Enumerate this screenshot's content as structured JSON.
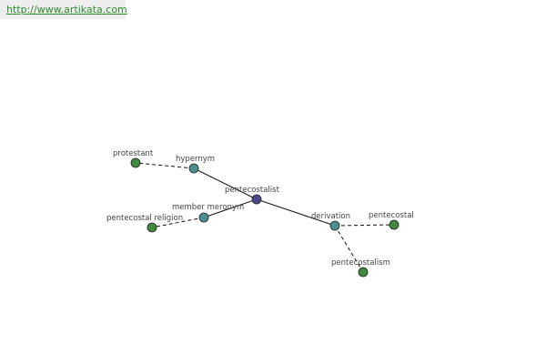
{
  "header": {
    "url": "http://www.artikata.com"
  },
  "graph": {
    "colors": {
      "center": "#4a4a8a",
      "relation": "#4e8e8e",
      "leaf": "#3f8a3f",
      "edge": "#111111"
    },
    "nodes": {
      "center": {
        "label": "pentecostalist",
        "kind": "center"
      },
      "hypernym": {
        "label": "hypernym",
        "kind": "relation"
      },
      "member_meronym": {
        "label": "member meronym",
        "kind": "relation"
      },
      "derivation": {
        "label": "derivation",
        "kind": "relation"
      },
      "protestant": {
        "label": "protestant",
        "kind": "leaf"
      },
      "pentecostal_religion": {
        "label": "pentecostal religion",
        "kind": "leaf"
      },
      "pentecostal": {
        "label": "pentecostal",
        "kind": "leaf"
      },
      "pentecostalism": {
        "label": "pentecostalism",
        "kind": "leaf"
      }
    }
  }
}
